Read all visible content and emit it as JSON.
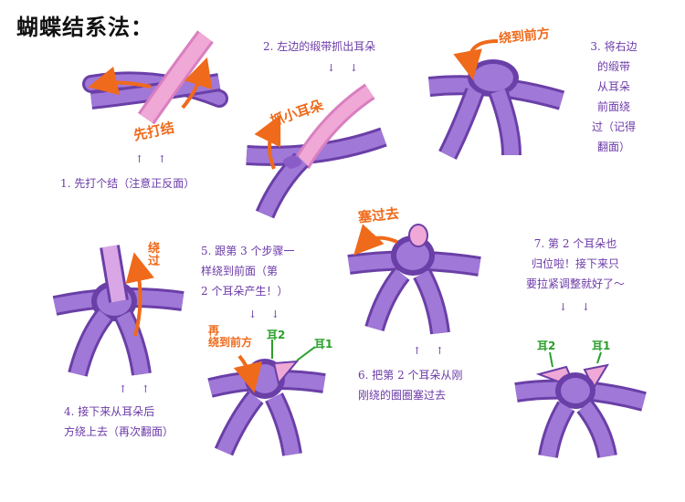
{
  "title": "蝴蝶结系法：",
  "colors": {
    "strap_dark": "#6a3fa7",
    "strap": "#a078d8",
    "inner": "#f0a8d6",
    "arrow": "#ef6a1b",
    "label_green": "#2aa02a",
    "caption": "#6b3aa8"
  },
  "steps": [
    {
      "caption": "1. 先打个结（注意正反面）",
      "arrows": "↑ ↑",
      "note": "先打结"
    },
    {
      "caption": "2. 左边的缎带抓出耳朵",
      "arrows": "↓ ↓",
      "note": "抓小耳朵"
    },
    {
      "caption": "3. 将右边\n的缎带\n从耳朵\n前面绕\n过（记得\n翻面）",
      "note": "绕到前方"
    },
    {
      "caption": "4. 接下来从耳朵后\n方绕上去（再次翻面）",
      "arrows": "↑ ↑",
      "note": "绕\n过"
    },
    {
      "caption": "5. 跟第 3 个步骤一\n样绕到前面（第\n2 个耳朵产生！）",
      "arrows": "↓ ↓",
      "note": "再\n绕到前方",
      "ear2": "耳2",
      "ear1": "耳1"
    },
    {
      "caption": "6. 把第 2 个耳朵从刚\n刚绕的圈圈塞过去",
      "arrows": "↑ ↑",
      "note": "塞过去"
    },
    {
      "caption": "7. 第 2 个耳朵也\n归位啦！接下来只\n要拉紧调整就好了～",
      "arrows": "↓ ↓",
      "ear2": "耳2",
      "ear1": "耳1"
    }
  ]
}
